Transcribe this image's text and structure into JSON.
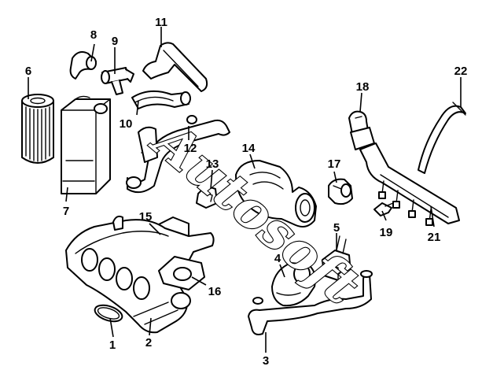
{
  "diagram": {
    "watermark_text": "Autosoft",
    "callouts": [
      {
        "id": "c1",
        "label": "1"
      },
      {
        "id": "c2",
        "label": "2"
      },
      {
        "id": "c3",
        "label": "3"
      },
      {
        "id": "c4",
        "label": "4"
      },
      {
        "id": "c5",
        "label": "5"
      },
      {
        "id": "c6",
        "label": "6"
      },
      {
        "id": "c7",
        "label": "7"
      },
      {
        "id": "c8",
        "label": "8"
      },
      {
        "id": "c9",
        "label": "9"
      },
      {
        "id": "c10",
        "label": "10"
      },
      {
        "id": "c11",
        "label": "11"
      },
      {
        "id": "c12",
        "label": "12"
      },
      {
        "id": "c13",
        "label": "13"
      },
      {
        "id": "c14",
        "label": "14"
      },
      {
        "id": "c15",
        "label": "15"
      },
      {
        "id": "c16",
        "label": "16"
      },
      {
        "id": "c17",
        "label": "17"
      },
      {
        "id": "c18",
        "label": "18"
      },
      {
        "id": "c19",
        "label": "19"
      },
      {
        "id": "c21",
        "label": "21"
      },
      {
        "id": "c22",
        "label": "22"
      }
    ]
  }
}
